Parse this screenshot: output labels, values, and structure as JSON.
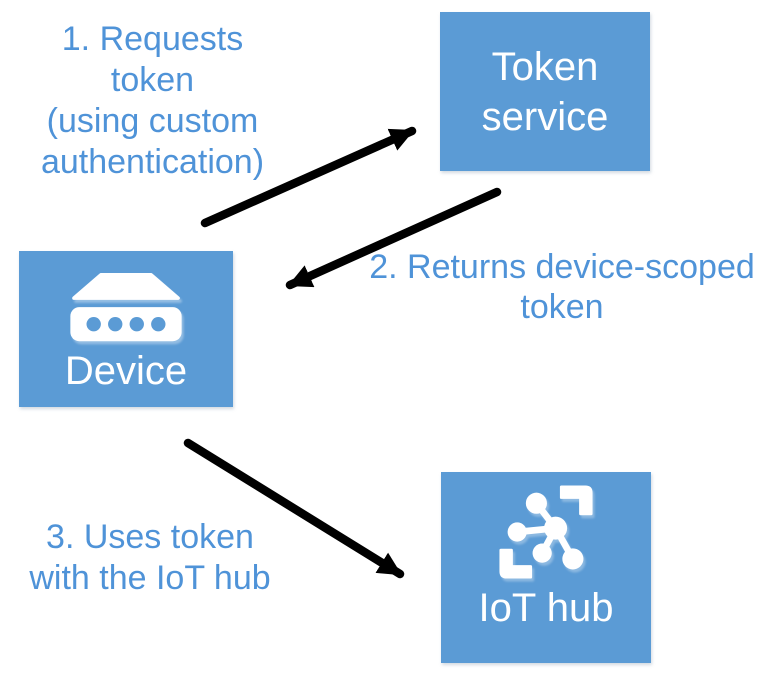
{
  "diagram": {
    "type": "flow-diagram",
    "description": "Token service flow for device authentication with IoT hub",
    "nodes": [
      {
        "id": "token-service",
        "label": "Token\nservice",
        "fill": "#5b9bd5",
        "text_color": "#ffffff"
      },
      {
        "id": "device",
        "label": "Device",
        "icon": "device-icon",
        "fill": "#5b9bd5",
        "text_color": "#ffffff"
      },
      {
        "id": "iot-hub",
        "label": "IoT hub",
        "icon": "iot-hub-icon",
        "fill": "#5b9bd5",
        "text_color": "#ffffff"
      }
    ],
    "edges": [
      {
        "step": 1,
        "from": "device",
        "to": "token-service",
        "label": "1. Requests\ntoken\n(using custom\nauthentication)"
      },
      {
        "step": 2,
        "from": "token-service",
        "to": "device",
        "label": "2. Returns device-scoped\ntoken"
      },
      {
        "step": 3,
        "from": "device",
        "to": "iot-hub",
        "label": "3. Uses token\nwith the IoT hub"
      }
    ]
  },
  "colors": {
    "node_fill": "#5b9bd5",
    "node_text": "#ffffff",
    "edge_label_text": "#4f93d8",
    "arrow": "#000000",
    "background": "#ffffff"
  }
}
